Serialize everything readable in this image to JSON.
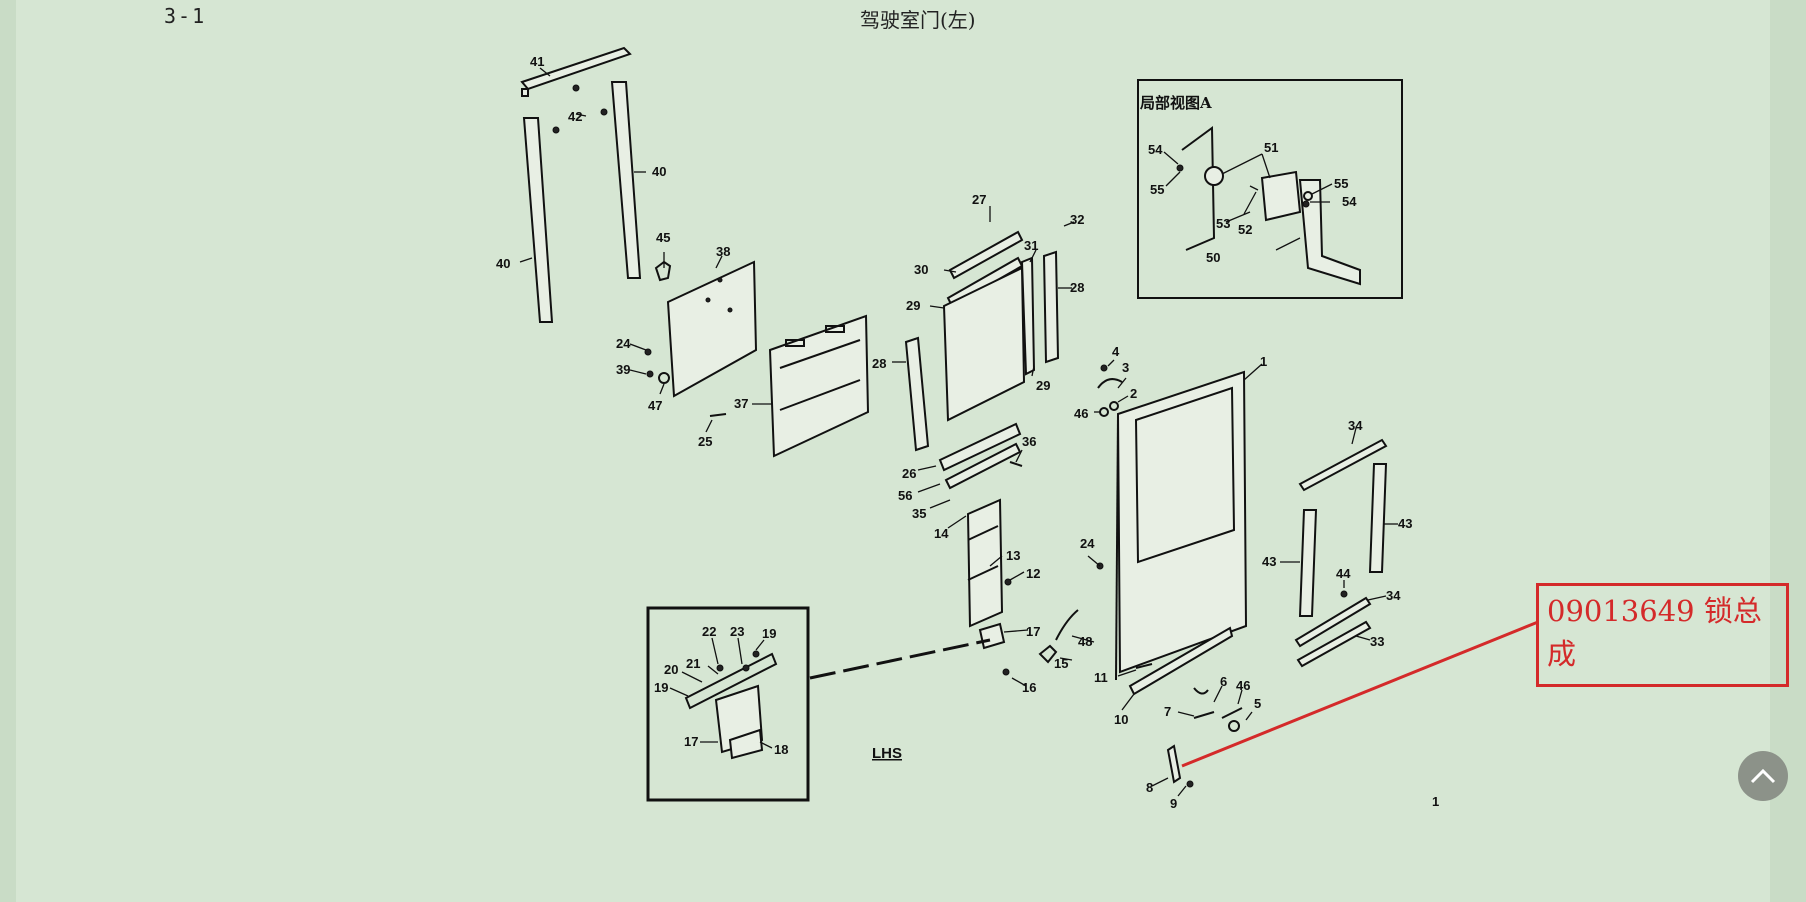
{
  "header": {
    "section_number": "3-1",
    "title": "驾驶室门(左)"
  },
  "diagram": {
    "inset_a_title": "局部视图A",
    "side_label": "LHS",
    "page_number": "1",
    "part_labels": {
      "p1": "1",
      "p2": "2",
      "p3": "3",
      "p4": "4",
      "p5": "5",
      "p6": "6",
      "p7": "7",
      "p8": "8",
      "p9": "9",
      "p10": "10",
      "p11": "11",
      "p12": "12",
      "p13": "13",
      "p14": "14",
      "p15": "15",
      "p16": "16",
      "p17": "17",
      "p18": "18",
      "p19": "19",
      "p20": "20",
      "p21": "21",
      "p22": "22",
      "p23": "23",
      "p24": "24",
      "p25": "25",
      "p26": "26",
      "p27": "27",
      "p28": "28",
      "p29": "29",
      "p30": "30",
      "p31": "31",
      "p32": "32",
      "p33": "33",
      "p34": "34",
      "p35": "35",
      "p36": "36",
      "p37": "37",
      "p38": "38",
      "p39": "39",
      "p40": "40",
      "p41": "41",
      "p42": "42",
      "p43": "43",
      "p44": "44",
      "p45": "45",
      "p46": "46",
      "p47": "47",
      "p48": "48",
      "p50": "50",
      "p51": "51",
      "p52": "52",
      "p53": "53",
      "p54": "54",
      "p55": "55",
      "p56": "56"
    }
  },
  "callout": {
    "text": "09013649 锁总成",
    "color": "#d42a2a"
  },
  "scroll_top": {
    "icon": "chevron-up-icon"
  }
}
